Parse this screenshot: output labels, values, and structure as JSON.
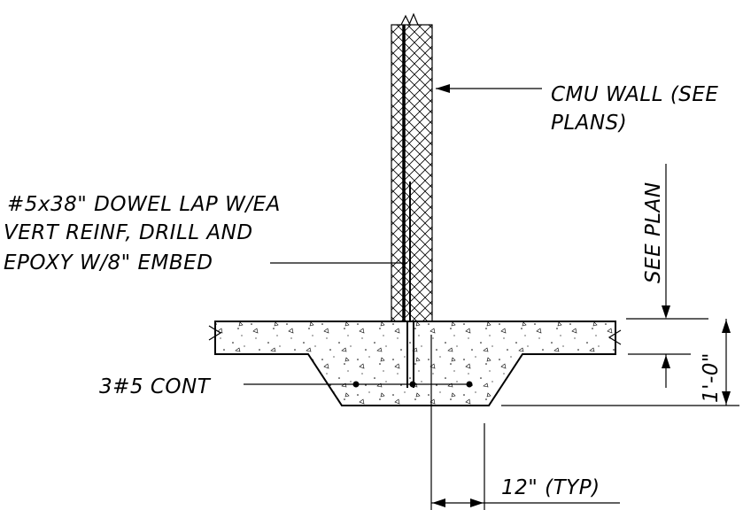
{
  "labels": {
    "cmu_wall_line1": "CMU WALL (SEE",
    "cmu_wall_line2": "PLANS)",
    "dowel_line1": "#5x38\" DOWEL LAP W/EA",
    "dowel_line2": "VERT REINF, DRILL AND",
    "dowel_line3": "EPOXY W/8\" EMBED",
    "cont_bars": "3#5 CONT",
    "see_plan": "SEE PLAN",
    "depth_dim": "1'-0\"",
    "width_dim": "12\" (TYP)"
  }
}
